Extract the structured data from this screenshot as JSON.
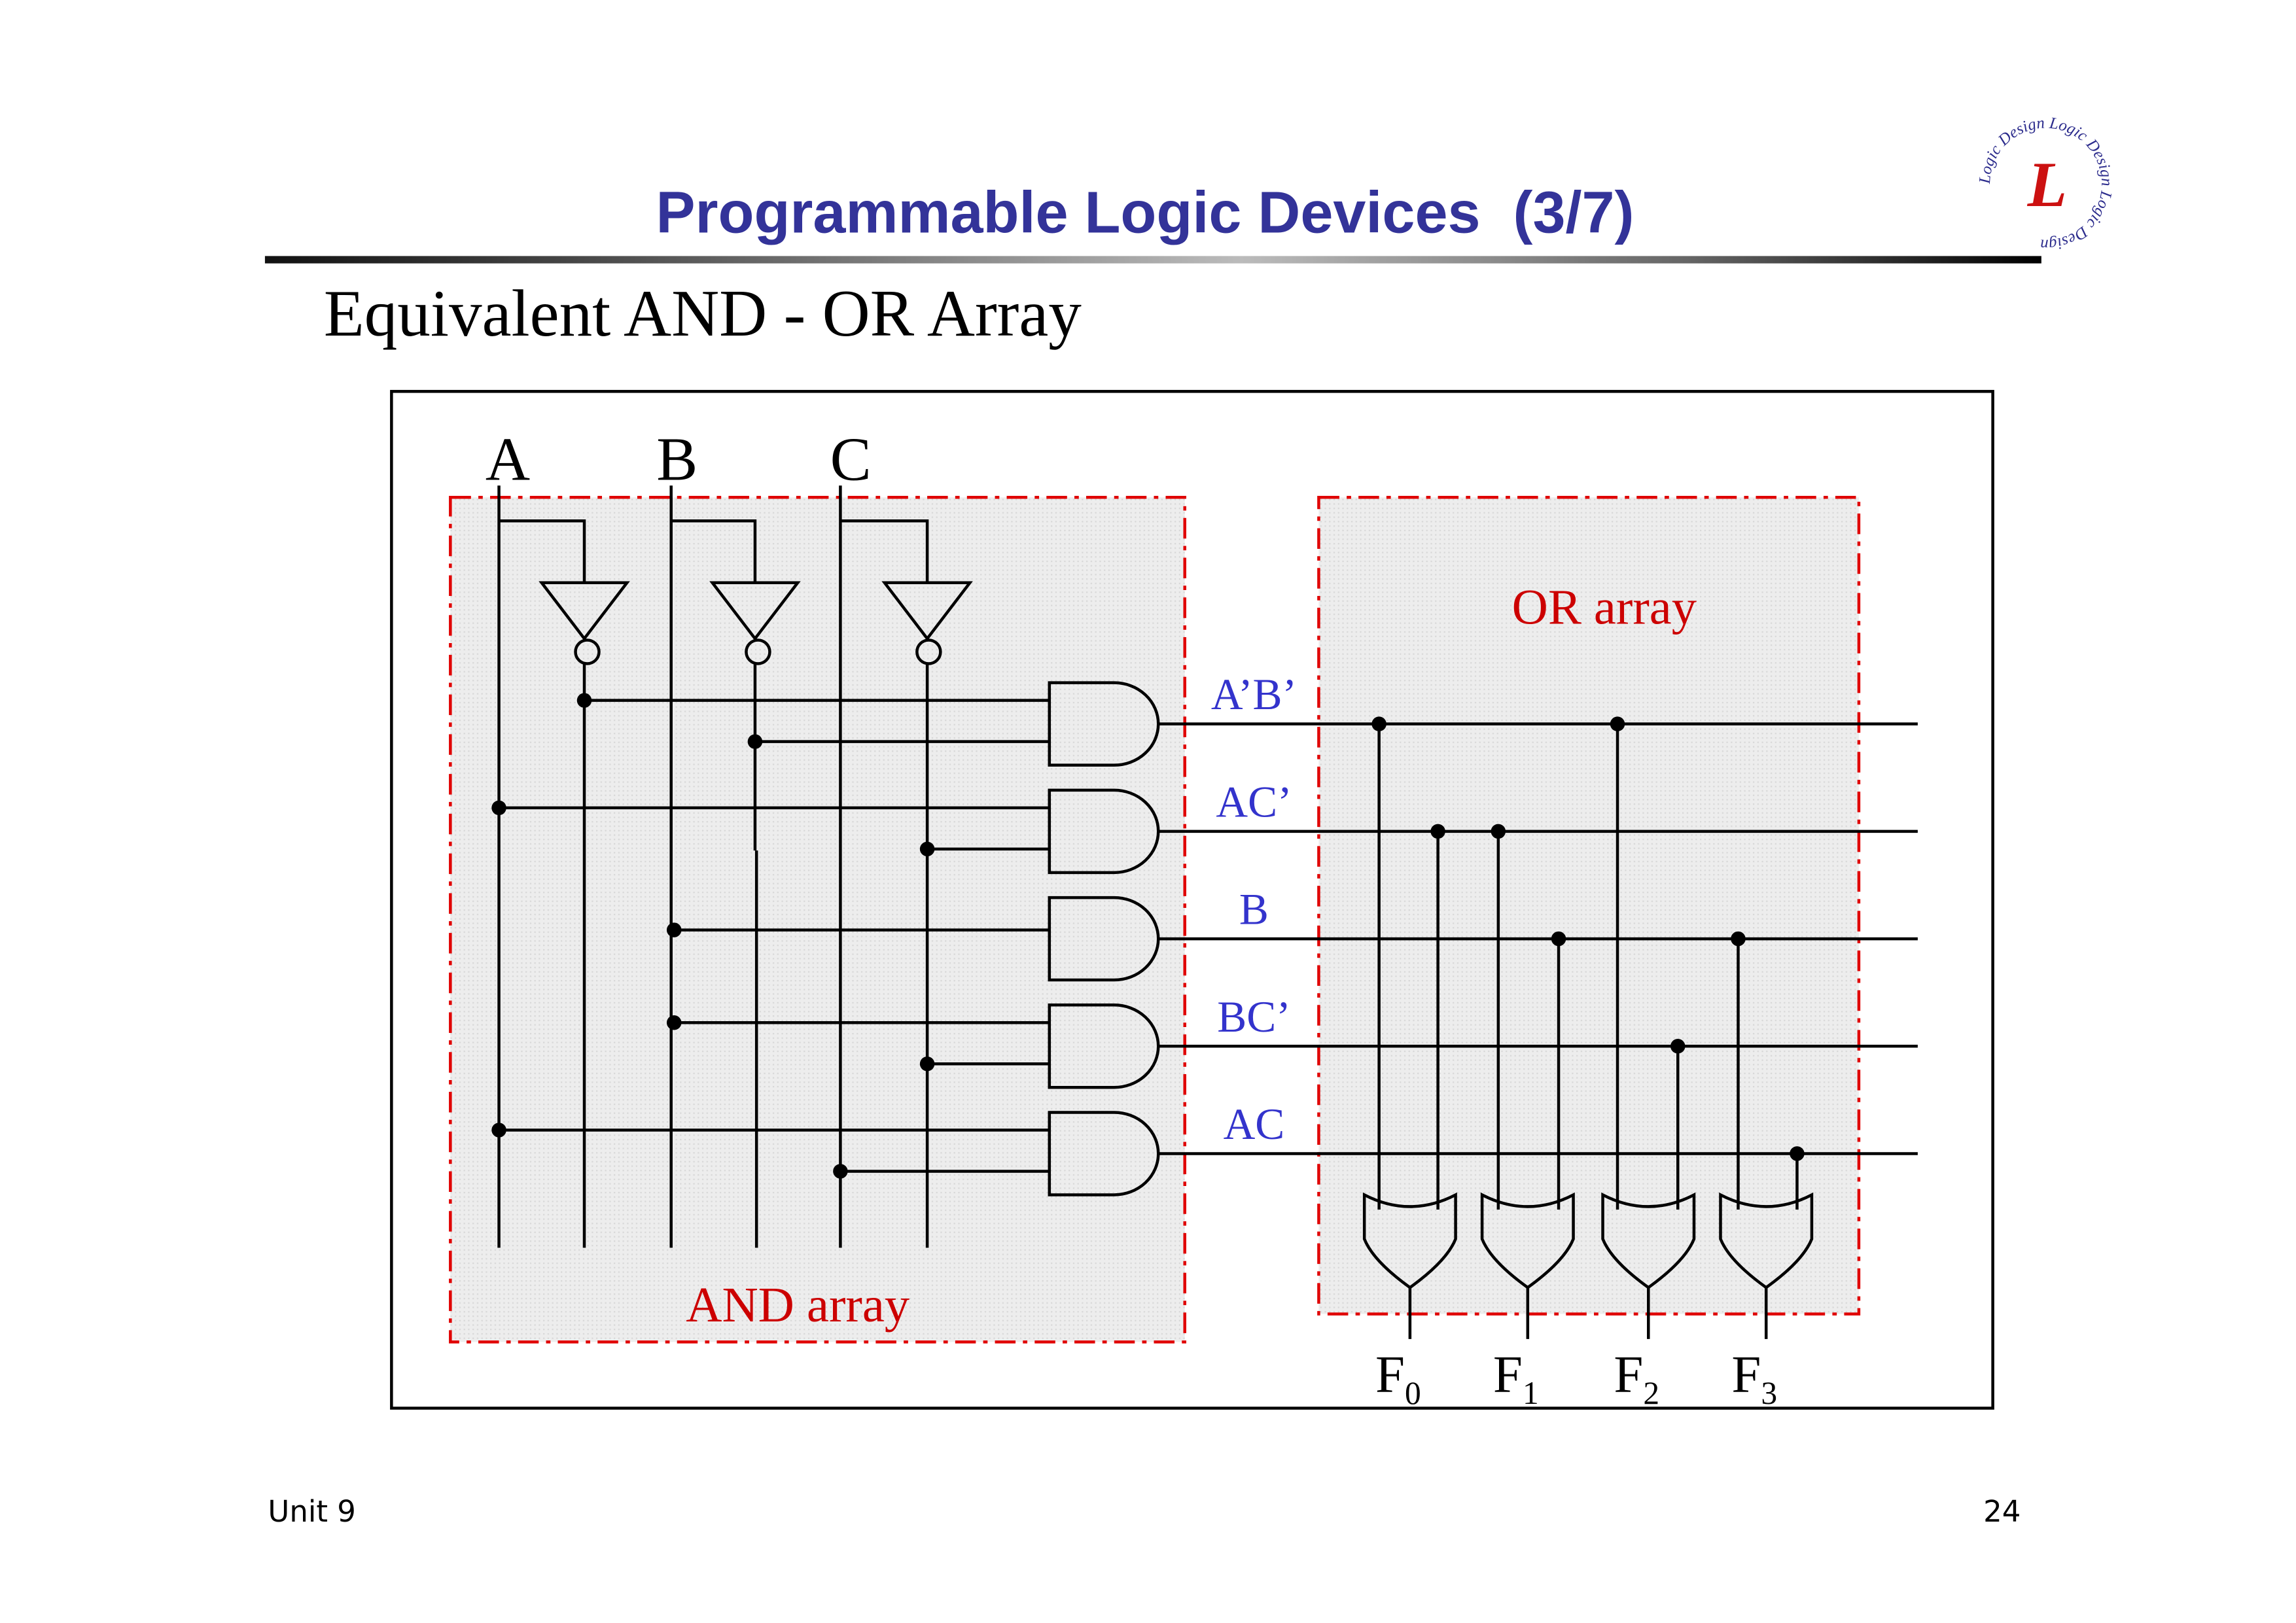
{
  "slide": {
    "title": "Programmable Logic Devices  (3/7)",
    "subtitle": "Equivalent AND - OR Array",
    "footer_left": "Unit 9",
    "page_number": "24",
    "logo": {
      "icon": "logic-design-logo-icon",
      "ring_text": "Logic Design Logic Design Logic Design",
      "center_letter": "L"
    }
  },
  "colors": {
    "title": "#333399",
    "product_label": "#3333cc",
    "array_label": "#cc0000",
    "dashed_border": "#e00000",
    "array_fill": "#ececec",
    "logo_ring": "#2b2b8c",
    "logo_letter": "#cc1111"
  },
  "diagram": {
    "inputs": [
      "A",
      "B",
      "C"
    ],
    "and_array_label": "AND array",
    "or_array_label": "OR array",
    "products": [
      {
        "label": "A’B’",
        "terms": [
          "A'",
          "B'"
        ]
      },
      {
        "label": "AC’",
        "terms": [
          "A",
          "C'"
        ]
      },
      {
        "label": "B",
        "terms": [
          "B"
        ]
      },
      {
        "label": "BC’",
        "terms": [
          "B",
          "C'"
        ]
      },
      {
        "label": "AC",
        "terms": [
          "A",
          "C"
        ]
      }
    ],
    "outputs": [
      {
        "name": "F",
        "sub": "0",
        "products": [
          "A’B’",
          "AC’"
        ]
      },
      {
        "name": "F",
        "sub": "1",
        "products": [
          "AC’",
          "B"
        ]
      },
      {
        "name": "F",
        "sub": "2",
        "products": [
          "A’B’",
          "BC’"
        ]
      },
      {
        "name": "F",
        "sub": "3",
        "products": [
          "B",
          "AC"
        ]
      }
    ]
  }
}
